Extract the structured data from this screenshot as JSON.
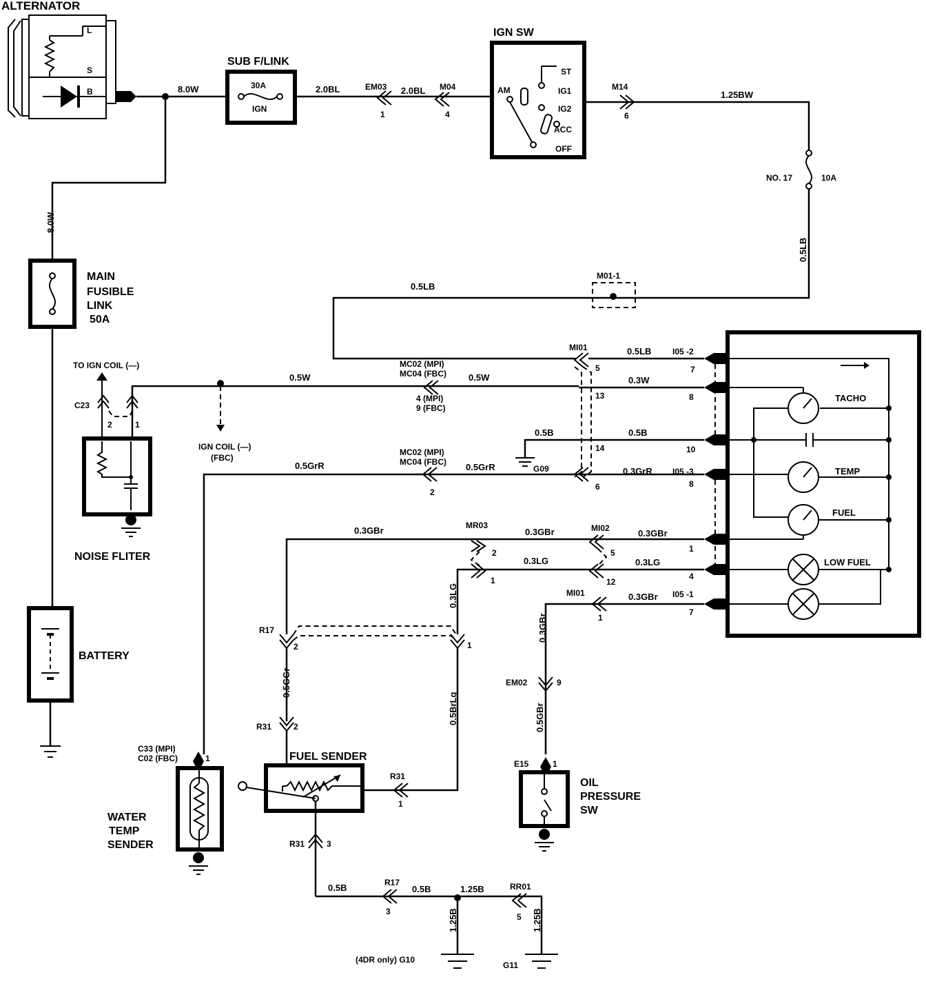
{
  "components": {
    "alternator": "ALTERNATOR",
    "alt_l": "L",
    "alt_s": "S",
    "alt_b": "B",
    "sub_link": "SUB F/LINK",
    "sub_amp": "30A",
    "sub_ign": "IGN",
    "ign_sw": "IGN SW",
    "sw_st": "ST",
    "sw_ig1": "IG1",
    "sw_ig2": "IG2",
    "sw_acc": "ACC",
    "sw_off": "OFF",
    "sw_am": "AM",
    "fuse_no": "NO. 17",
    "fuse_amp": "10A",
    "main_link_1": "MAIN",
    "main_link_2": "FUSIBLE",
    "main_link_3": "LINK",
    "main_link_4": "50A",
    "battery": "BATTERY",
    "noise_filter": "NOISE FLITER",
    "ign_coil_to": "TO  IGN COIL (—)",
    "ign_coil_fbc_1": "IGN COIL (—)",
    "ign_coil_fbc_2": "(FBC)",
    "tacho": "TACHO",
    "temp": "TEMP",
    "fuel": "FUEL",
    "low_fuel": "LOW FUEL",
    "fuel_sender": "FUEL SENDER",
    "water_1": "WATER",
    "water_2": "TEMP",
    "water_3": "SENDER",
    "oil_1": "OIL",
    "oil_2": "PRESSURE",
    "oil_3": "SW",
    "g10": "(4DR only)  G10",
    "g11": "G11",
    "g09": "G09"
  },
  "wires": {
    "w8_0W_a": "8.0W",
    "w8_0W_b": "8.0W",
    "w2_0BL_a": "2.0BL",
    "w2_0BL_b": "2.0BL",
    "w1_25BW": "1.25BW",
    "w0_5LB_a": "0.5LB",
    "w0_5LB_b": "0.5LB",
    "w0_5LB_c": "0.5LB",
    "w0_5W_a": "0.5W",
    "w0_5W_b": "0.5W",
    "w0_3W": "0.3W",
    "w0_5B_a": "0.5B",
    "w0_5B_b": "0.5B",
    "w0_5GrR_a": "0.5GrR",
    "w0_5GrR_b": "0.5GrR",
    "w0_3GrR": "0.3GrR",
    "w0_3GBr_a": "0.3GBr",
    "w0_3GBr_b": "0.3GBr",
    "w0_3GBr_c": "0.3GBr",
    "w0_3GBr_d": "0.3GBr",
    "w0_3GBr_e": "0.3GBr",
    "w0_3LG_a": "0.3LG",
    "w0_3LG_b": "0.3LG",
    "w0_3LG_c": "0.3LG",
    "w0_5GGr": "0.5GGr",
    "w0_5BrLg": "0.5BrLg",
    "w0_5GBr": "0.5GBr",
    "w0_5B_c": "0.5B",
    "w0_5B_d": "0.5B",
    "w1_25B_a": "1.25B",
    "w1_25B_b": "1.25B",
    "w1_25B_c": "1.25B"
  },
  "connectors": {
    "em03": "EM03",
    "em03_p": "1",
    "m04": "M04",
    "m04_p": "4",
    "m14": "M14",
    "m14_p": "6",
    "m01_1": "M01-1",
    "mi01_a": "MI01",
    "mi01_a_p": "5",
    "mc02_a": "MC02 (MPI)",
    "mc04_a": "MC04 (FBC)",
    "mpi_4": "4 (MPI)",
    "fbc_9": "9 (FBC)",
    "p13": "13",
    "p14": "14",
    "p6": "6",
    "mc02_b": "MC02 (MPI)",
    "mc04_b": "MC04 (FBC)",
    "mc_b_p": "2",
    "i05_2": "I05 -2",
    "i05_2_p7": "7",
    "i05_2_p8": "8",
    "i05_2_p10": "10",
    "i05_3": "I05 -3",
    "i05_3_p8": "8",
    "p1_gbr": "1",
    "p4_lg": "4",
    "i05_1": "I05 -1",
    "i05_1_p7": "7",
    "c23": "C23",
    "c23_p2": "2",
    "c23_p1": "1",
    "mr03": "MR03",
    "mr03_p2": "2",
    "mr03_p1": "1",
    "mi02": "MI02",
    "mi02_p5": "5",
    "mi02_p12": "12",
    "mi01_b": "MI01",
    "mi01_b_p": "1",
    "r17_a": "R17",
    "r17_a_p2": "2",
    "r17_a_p1": "1",
    "r31_a": "R31",
    "r31_a_p": "2",
    "r31_b": "R31",
    "r31_b_p": "1",
    "r31_c": "R31",
    "r31_c_p": "3",
    "c33": "C33 (MPI)",
    "c02": "C02 (FBC)",
    "c33_p": "1",
    "em02": "EM02",
    "em02_p": "9",
    "e15": "E15",
    "e15_p": "1",
    "r17_b": "R17",
    "r17_b_p": "3",
    "rr01": "RR01",
    "rr01_p": "5"
  }
}
